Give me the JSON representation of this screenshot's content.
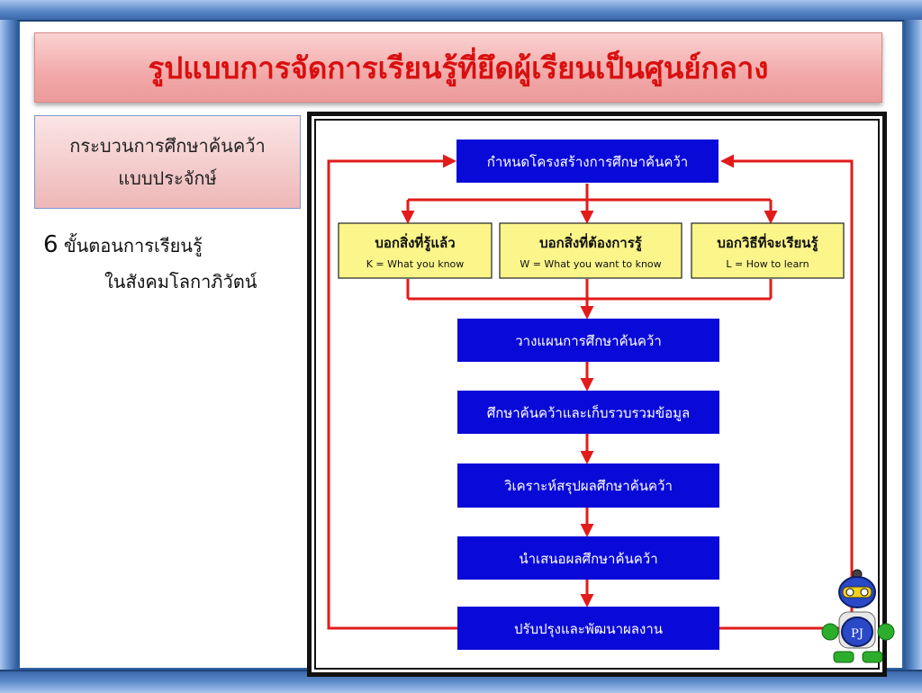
{
  "title": "รูปแบบการจัดการเรียนรู้ที่ยึดผู้เรียนเป็นศูนย์กลาง",
  "subtitle_box": {
    "line1": "กระบวนการศึกษาค้นคว้า",
    "line2": "แบบประจักษ์"
  },
  "steps_text": {
    "number": "6",
    "line1": "ขั้นตอนการเรียนรู้",
    "line2": "ในสังคมโลกาภิวัตน์"
  },
  "diagram": {
    "top_box": "กำหนดโครงสร้างการศึกษาค้นคว้า",
    "kwl": [
      {
        "th": "บอกสิ่งที่รู้แล้ว",
        "en": "K = What you know"
      },
      {
        "th": "บอกสิ่งที่ต้องการรู้",
        "en": "W = What you want to know"
      },
      {
        "th": "บอกวิธีที่จะเรียนรู้",
        "en": "L = How to learn"
      }
    ],
    "steps": [
      "วางแผนการศึกษาค้นคว้า",
      "ศึกษาค้นคว้าและเก็บรวบรวมข้อมูล",
      "วิเคราะห์สรุปผลศึกษาค้นคว้า",
      "นำเสนอผลศึกษาค้นคว้า",
      "ปรับปรุงและพัฒนาผลงาน"
    ]
  },
  "robot": {
    "badge": "PJ"
  },
  "colors": {
    "title_text": "#d90f0f",
    "blue_box": "#0a0ad8",
    "yellow_box": "#fbf58a",
    "arrow": "#e21b1b"
  }
}
